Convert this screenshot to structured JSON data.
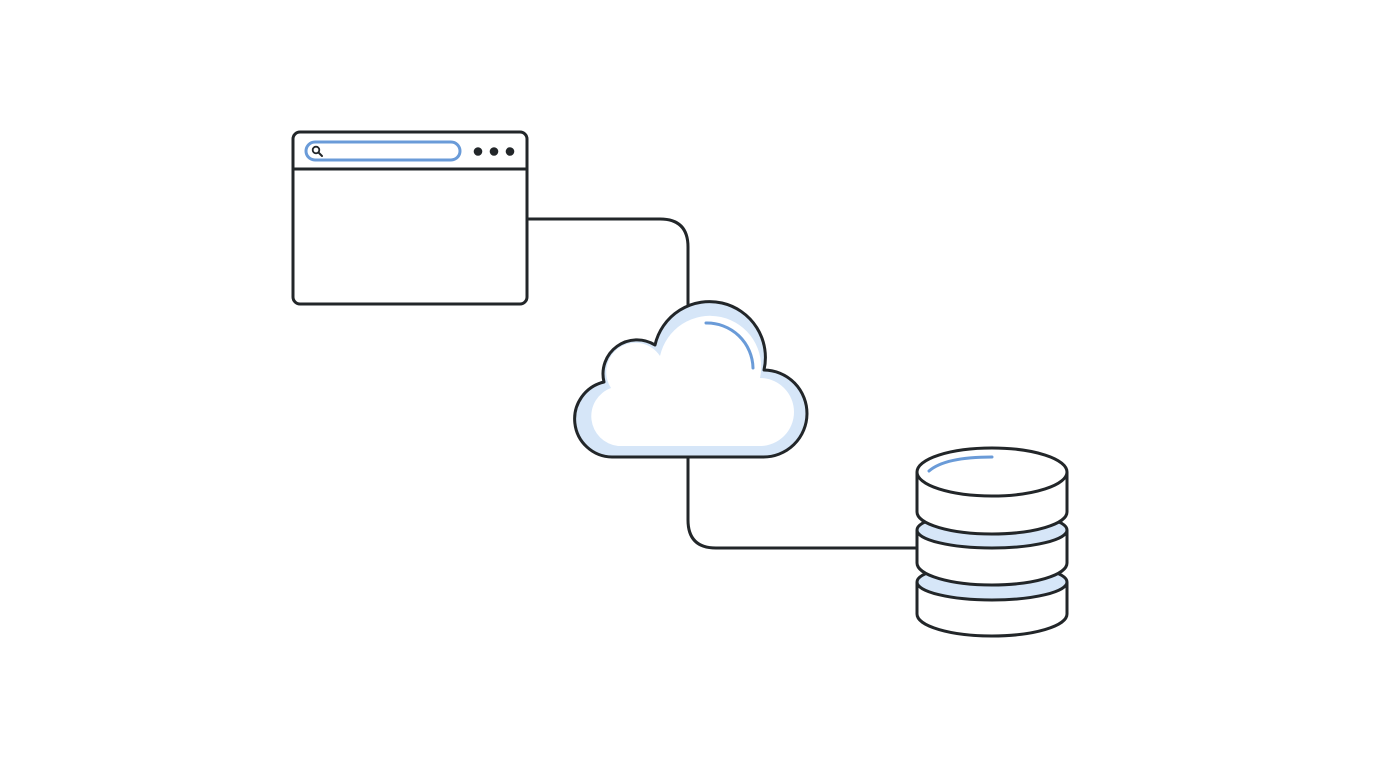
{
  "diagram": {
    "nodes": [
      {
        "id": "browser",
        "icon": "browser-window-icon"
      },
      {
        "id": "cloud",
        "icon": "cloud-icon"
      },
      {
        "id": "database",
        "icon": "database-icon"
      }
    ],
    "edges": [
      {
        "from": "browser",
        "to": "cloud"
      },
      {
        "from": "cloud",
        "to": "database"
      }
    ],
    "browser": {
      "search_icon": "search-icon",
      "menu_icon": "more-horizontal-icon"
    },
    "colors": {
      "stroke": "#222629",
      "accent": "#6a9bd8",
      "accent_fill": "#d6e6f8",
      "background": "#ffffff"
    }
  }
}
